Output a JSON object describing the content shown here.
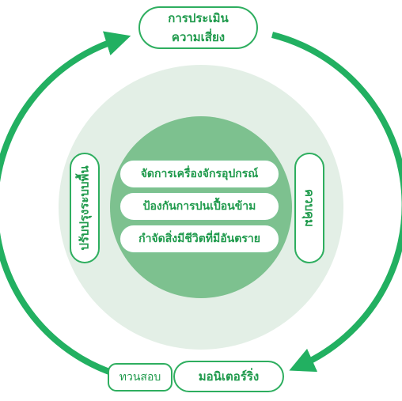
{
  "colors": {
    "arrow": "#22b061",
    "outer_circle": "#e3efe6",
    "inner_circle": "#7dc18f",
    "text": "#1f9a4c"
  },
  "top": {
    "line1": "การประเมิน",
    "line2": "ความเสี่ยง"
  },
  "left": {
    "label": "ปรับปรุงระบบพื้น"
  },
  "right": {
    "label": "ควบคุม"
  },
  "bottom": {
    "small_label": "ทวนสอบ",
    "large_label": "มอนิเตอร์ริ่ง"
  },
  "inner": {
    "items": [
      "จัดการเครื่องจักรอุปกรณ์",
      "ป้องกันการปนเปื้อนข้าม",
      "กำจัดสิ่งมีชีวิตที่มีอันตราย"
    ]
  }
}
